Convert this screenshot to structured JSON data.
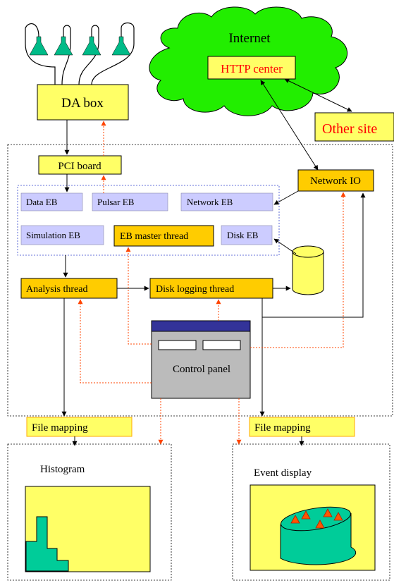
{
  "internet": {
    "label": "Internet",
    "http_center": "HTTP center"
  },
  "other_site": "Other site",
  "da_box": "DA box",
  "pci_board": "PCI  board",
  "network_io": "Network IO",
  "eb": {
    "data": "Data EB",
    "pulsar": "Pulsar EB",
    "network": "Network EB",
    "simulation": "Simulation EB",
    "master": "EB master thread",
    "disk": "Disk EB"
  },
  "analysis_thread": "Analysis thread",
  "disk_logging_thread": "Disk logging thread",
  "control_panel": "Control panel",
  "file_mapping_left": "File mapping",
  "file_mapping_right": "File mapping",
  "histogram": "Histogram",
  "event_display": "Event display",
  "colors": {
    "cloud": "#22ee00",
    "yellow_box": "#ffff66",
    "orange_box": "#ffcc00",
    "lavender_box": "#ccccff",
    "red_text": "#ff0000",
    "panel_gray": "#bbbbbb",
    "panel_titlebar": "#333399",
    "green_fill": "#00cc99",
    "marker": "#ff5500",
    "dotted_arrow": "#ff4400"
  }
}
